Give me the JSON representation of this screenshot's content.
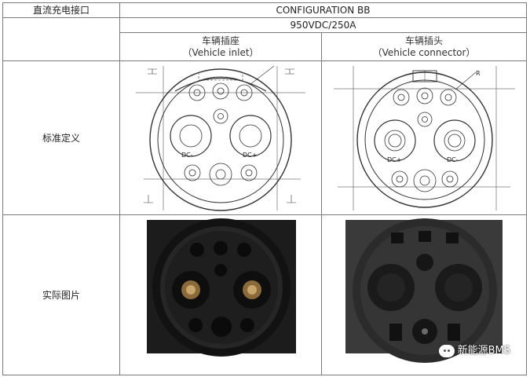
{
  "table": {
    "header_left": "直流充电接口",
    "config_title": "CONFIGURATION BB",
    "rating": "950VDC/250A",
    "inlet_cn": "车辆插座",
    "inlet_en": "（Vehicle inlet）",
    "connector_cn": "车辆插头",
    "connector_en": "（Vehicle connector）",
    "row_standard": "标准定义",
    "row_photo": "实际图片"
  },
  "diagram": {
    "inlet_labels": {
      "dc_minus": "DC-",
      "dc_plus": "DC+"
    },
    "connector_labels": {
      "dc_plus": "DC+",
      "dc_minus": "DC-",
      "radius": "R"
    }
  },
  "watermark": {
    "text": "新能源BMS"
  }
}
